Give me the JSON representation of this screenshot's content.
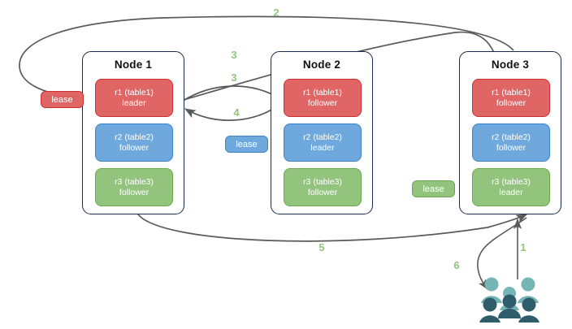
{
  "diagram": {
    "title": "raft-lease-replication-diagram",
    "colors": {
      "red": "#e06666",
      "red_border": "#cc2f2f",
      "blue": "#6fa8dc",
      "blue_border": "#3d85c8",
      "green": "#93c47d",
      "green_border": "#6aa84f",
      "node_border": "#1b2a4a",
      "arrow": "#595959",
      "step_label": "#93c47d",
      "people_light": "#76b5b5",
      "people_dark": "#2f5d6b",
      "background": "#ffffff"
    },
    "nodes": [
      {
        "name": "node-1",
        "title": "Node 1",
        "regions": [
          {
            "name": "region-r1",
            "line1": "r1 (table1)",
            "line2": "leader",
            "color": "red"
          },
          {
            "name": "region-r2",
            "line1": "r2 (table2)",
            "line2": "follower",
            "color": "blue"
          },
          {
            "name": "region-r3",
            "line1": "r3 (table3)",
            "line2": "follower",
            "color": "green"
          }
        ]
      },
      {
        "name": "node-2",
        "title": "Node 2",
        "regions": [
          {
            "name": "region-r1",
            "line1": "r1 (table1)",
            "line2": "follower",
            "color": "red"
          },
          {
            "name": "region-r2",
            "line1": "r2 (table2)",
            "line2": "leader",
            "color": "blue"
          },
          {
            "name": "region-r3",
            "line1": "r3 (table3)",
            "line2": "follower",
            "color": "green"
          }
        ]
      },
      {
        "name": "node-3",
        "title": "Node 3",
        "regions": [
          {
            "name": "region-r1",
            "line1": "r1 (table1)",
            "line2": "follower",
            "color": "red"
          },
          {
            "name": "region-r2",
            "line1": "r2 (table2)",
            "line2": "follower",
            "color": "blue"
          },
          {
            "name": "region-r3",
            "line1": "r3 (table3)",
            "line2": "leader",
            "color": "green"
          }
        ]
      }
    ],
    "leases": [
      {
        "name": "lease-red",
        "label": "lease",
        "color": "red"
      },
      {
        "name": "lease-blue",
        "label": "lease",
        "color": "blue"
      },
      {
        "name": "lease-green",
        "label": "lease",
        "color": "green"
      }
    ],
    "steps": [
      {
        "name": "step-1",
        "label": "1"
      },
      {
        "name": "step-2",
        "label": "2"
      },
      {
        "name": "step-3a",
        "label": "3"
      },
      {
        "name": "step-3b",
        "label": "3"
      },
      {
        "name": "step-4",
        "label": "4"
      },
      {
        "name": "step-5",
        "label": "5"
      },
      {
        "name": "step-6",
        "label": "6"
      }
    ],
    "actors": {
      "name": "users-group-icon",
      "label": "users"
    }
  }
}
